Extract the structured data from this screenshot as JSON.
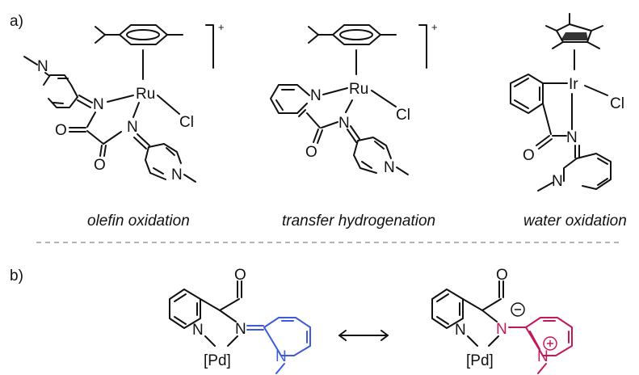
{
  "panels": {
    "a": "a)",
    "b": "b)"
  },
  "captions": {
    "c1": "olefin oxidation",
    "c2": "transfer hydrogenation",
    "c3": "water oxidation"
  },
  "atoms": {
    "N": "N",
    "O": "O",
    "Cl": "Cl",
    "Ru": "Ru",
    "Ir": "Ir",
    "Pd": "[Pd]"
  },
  "charges": {
    "plus": "+",
    "minus": "−"
  },
  "colors": {
    "blue": "#3b5bdb",
    "red": "#c2185b"
  }
}
